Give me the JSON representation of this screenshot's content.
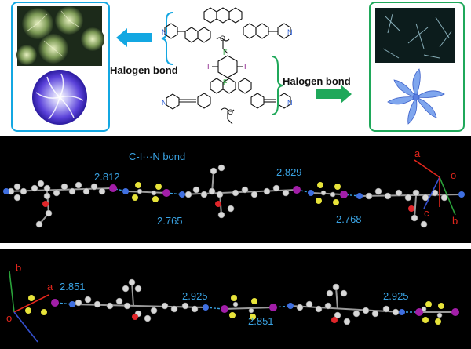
{
  "top": {
    "left_label": "Halogen bond",
    "right_label": "Halogen bond",
    "left_color": "#13a7e2",
    "right_color": "#1fa85a",
    "pyridine_n": "N",
    "fluorine": "F",
    "iodine": "I",
    "oxygen": "O"
  },
  "middle": {
    "bond_title": "C-I···N bond",
    "distances": [
      "2.812",
      "2.829",
      "2.765",
      "2.768"
    ],
    "axes": {
      "a": "a",
      "o": "o",
      "b": "b",
      "c": "c"
    }
  },
  "bottom": {
    "distances": [
      "2.851",
      "2.925",
      "2.851",
      "2.925"
    ],
    "axes": {
      "b": "b",
      "a": "a",
      "o": "o"
    }
  }
}
